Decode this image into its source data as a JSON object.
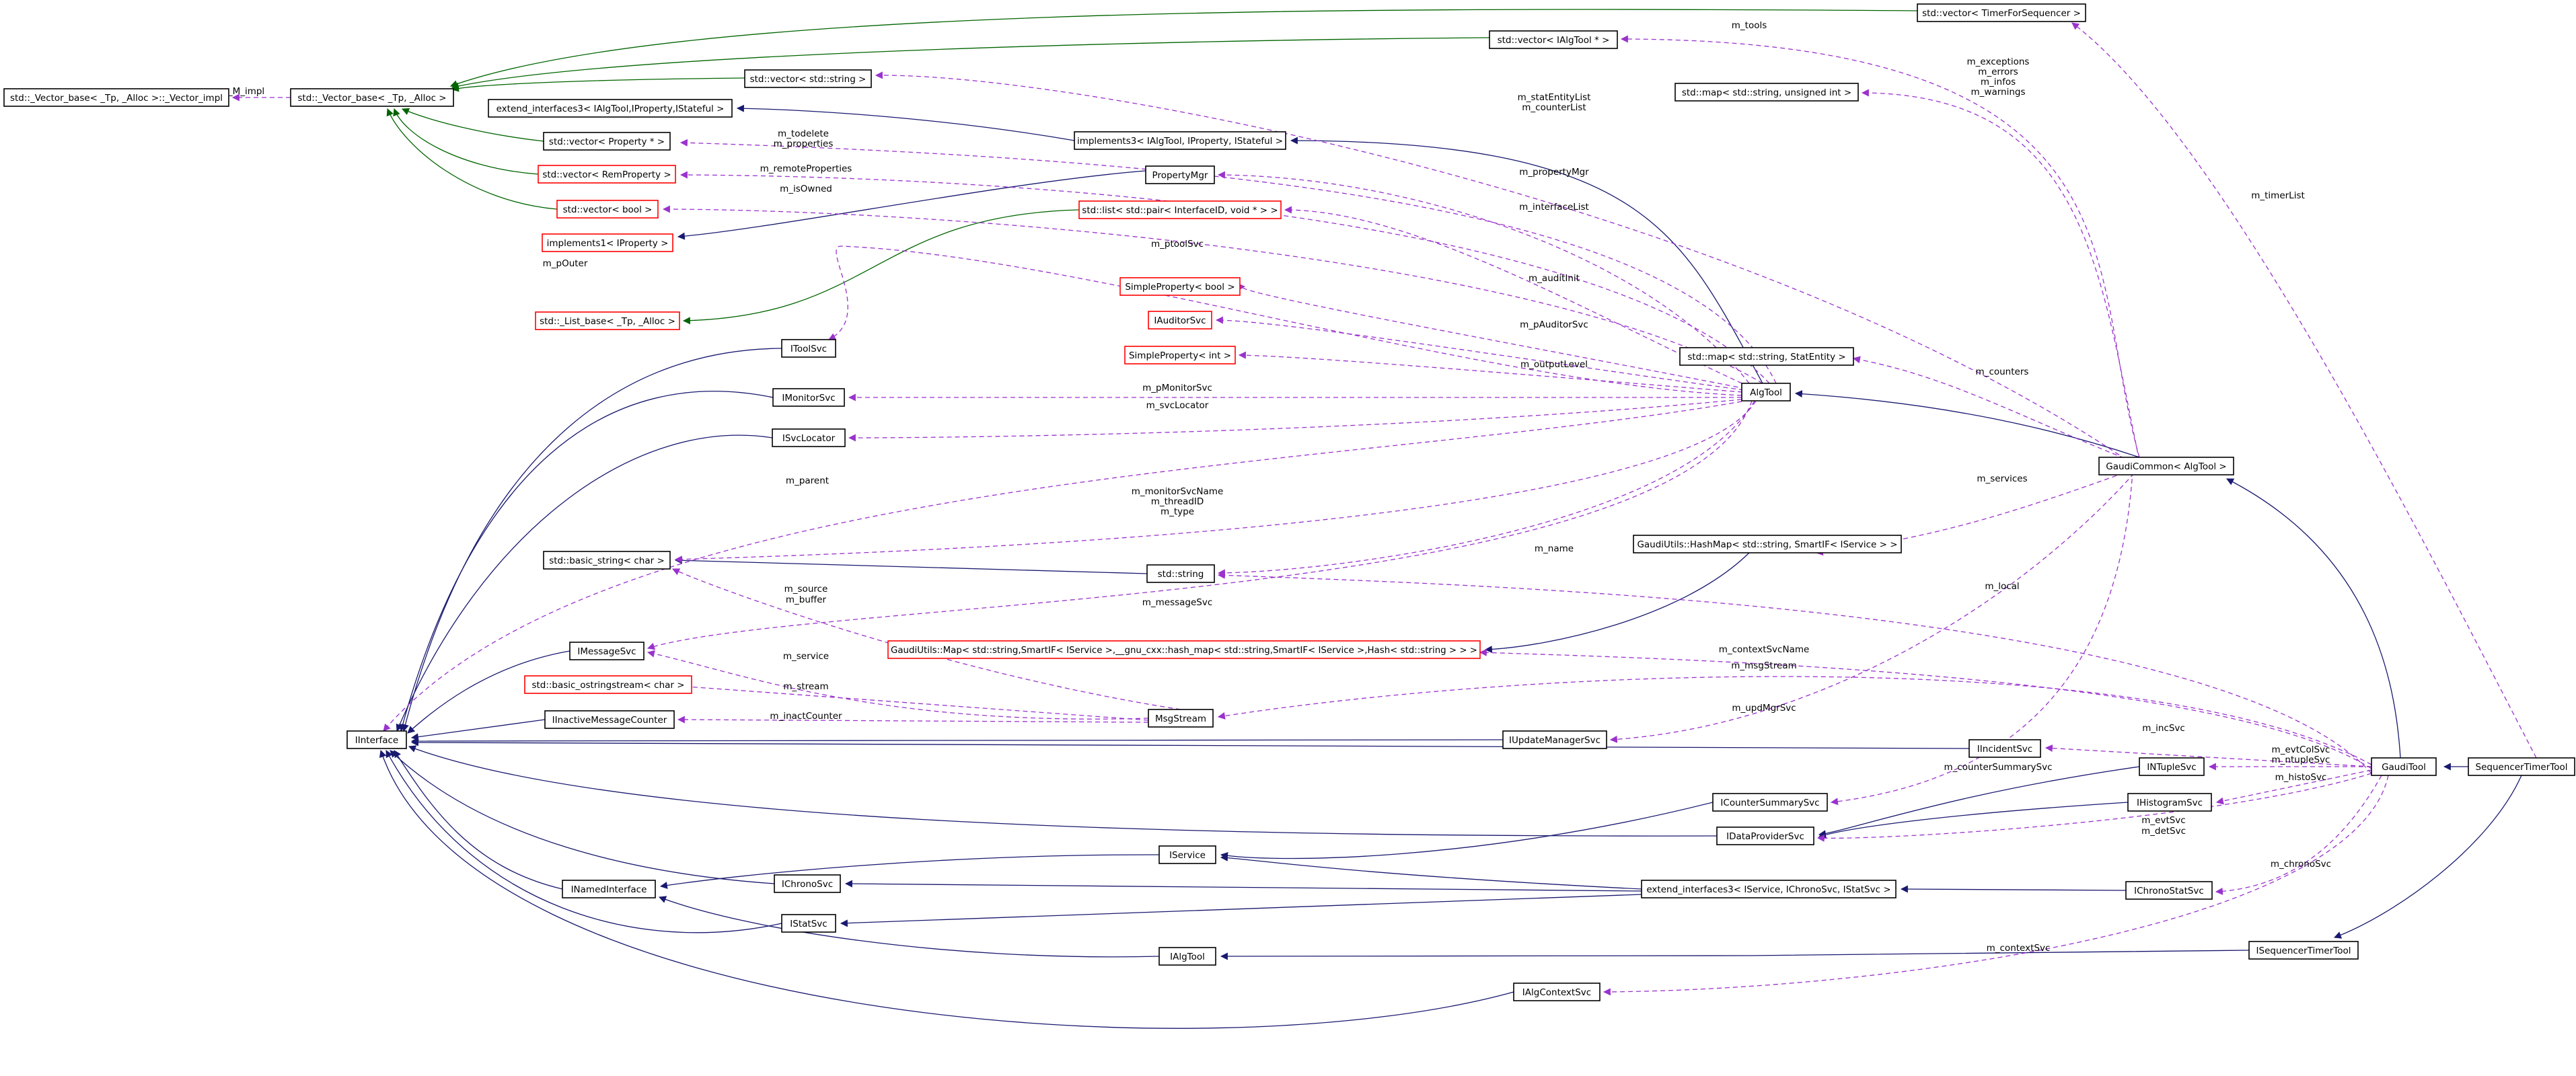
{
  "colors": {
    "background": "#ffffff",
    "node_border": "#000000",
    "node_border_undocumented": "#ff0000",
    "node_fill_focus": "#bfbfbf",
    "edge_inheritance_public": "#191970",
    "edge_inheritance_template": "#006400",
    "edge_usage": "#9a32cd"
  },
  "nodes": [
    {
      "id": "SequencerTimerTool",
      "label": "SequencerTimerTool",
      "style": "focus"
    },
    {
      "id": "GaudiTool",
      "label": "GaudiTool",
      "style": "normal"
    },
    {
      "id": "ISequencerTimerTool",
      "label": "ISequencerTimerTool",
      "style": "normal"
    },
    {
      "id": "GaudiCommon",
      "label": "GaudiCommon< AlgTool >",
      "style": "normal"
    },
    {
      "id": "AlgTool",
      "label": "AlgTool",
      "style": "normal"
    },
    {
      "id": "IInterface",
      "label": "IInterface",
      "style": "normal"
    },
    {
      "id": "INamedInterface",
      "label": "INamedInterface",
      "style": "normal"
    },
    {
      "id": "IMessageSvc",
      "label": "IMessageSvc",
      "style": "normal"
    },
    {
      "id": "IInactiveMessageCounter",
      "label": "IInactiveMessageCounter",
      "style": "normal"
    },
    {
      "id": "basic_ostringstream",
      "label": "std::basic_ostringstream< char >",
      "style": "undocumented"
    },
    {
      "id": "basic_string",
      "label": "std::basic_string< char >",
      "style": "normal"
    },
    {
      "id": "std_string",
      "label": "std::string",
      "style": "normal"
    },
    {
      "id": "vector_base",
      "label": "std::_Vector_base< _Tp, _Alloc >",
      "style": "normal"
    },
    {
      "id": "vector_impl",
      "label": "std::_Vector_base< _Tp, _Alloc >::_Vector_impl",
      "style": "normal"
    },
    {
      "id": "vector_timer",
      "label": "std::vector< TimerForSequencer >",
      "style": "normal"
    },
    {
      "id": "vector_ialgtool",
      "label": "std::vector< IAlgTool * >",
      "style": "normal"
    },
    {
      "id": "vector_string",
      "label": "std::vector< std::string >",
      "style": "normal"
    },
    {
      "id": "extend_ialgtool",
      "label": "extend_interfaces3< IAlgTool,IProperty,IStateful >",
      "style": "normal"
    },
    {
      "id": "implements3",
      "label": "implements3< IAlgTool, IProperty, IStateful >",
      "style": "normal"
    },
    {
      "id": "vector_property",
      "label": "std::vector< Property * >",
      "style": "normal"
    },
    {
      "id": "vector_remproperty",
      "label": "std::vector< RemProperty >",
      "style": "undocumented"
    },
    {
      "id": "vector_bool",
      "label": "std::vector< bool >",
      "style": "undocumented"
    },
    {
      "id": "PropertyMgr",
      "label": "PropertyMgr",
      "style": "normal"
    },
    {
      "id": "implements1",
      "label": "implements1< IProperty >",
      "style": "undocumented"
    },
    {
      "id": "list_base",
      "label": "std::_List_base< _Tp, _Alloc >",
      "style": "undocumented"
    },
    {
      "id": "list_pair",
      "label": "std::list< std::pair< InterfaceID, void * > >",
      "style": "undocumented"
    },
    {
      "id": "SimplePropertyBool",
      "label": "SimpleProperty< bool >",
      "style": "undocumented"
    },
    {
      "id": "IAuditorSvc",
      "label": "IAuditorSvc",
      "style": "undocumented"
    },
    {
      "id": "SimplePropertyInt",
      "label": "SimpleProperty< int >",
      "style": "undocumented"
    },
    {
      "id": "IToolSvc",
      "label": "IToolSvc",
      "style": "normal"
    },
    {
      "id": "IMonitorSvc",
      "label": "IMonitorSvc",
      "style": "normal"
    },
    {
      "id": "ISvcLocator",
      "label": "ISvcLocator",
      "style": "normal"
    },
    {
      "id": "map_string_uint",
      "label": "std::map< std::string, unsigned int >",
      "style": "normal"
    },
    {
      "id": "map_stat",
      "label": "std::map< std::string, StatEntity >",
      "style": "normal"
    },
    {
      "id": "HashMap",
      "label": "GaudiUtils::HashMap< std::string, SmartIF< IService > >",
      "style": "normal"
    },
    {
      "id": "GaudiMap",
      "label": "GaudiUtils::Map< std::string,SmartIF< IService >,__gnu_cxx::hash_map< std::string,SmartIF< IService >,Hash< std::string > > >",
      "style": "undocumented"
    },
    {
      "id": "MsgStream",
      "label": "MsgStream",
      "style": "normal"
    },
    {
      "id": "IUpdateManagerSvc",
      "label": "IUpdateManagerSvc",
      "style": "normal"
    },
    {
      "id": "IIncidentSvc",
      "label": "IIncidentSvc",
      "style": "normal"
    },
    {
      "id": "INTupleSvc",
      "label": "INTupleSvc",
      "style": "normal"
    },
    {
      "id": "IHistogramSvc",
      "label": "IHistogramSvc",
      "style": "normal"
    },
    {
      "id": "ICounterSummarySvc",
      "label": "ICounterSummarySvc",
      "style": "normal"
    },
    {
      "id": "IDataProviderSvc",
      "label": "IDataProviderSvc",
      "style": "normal"
    },
    {
      "id": "IService",
      "label": "IService",
      "style": "normal"
    },
    {
      "id": "IChronoSvc",
      "label": "IChronoSvc",
      "style": "normal"
    },
    {
      "id": "extend_iservice",
      "label": "extend_interfaces3< IService, IChronoSvc, IStatSvc >",
      "style": "normal"
    },
    {
      "id": "IChronoStatSvc",
      "label": "IChronoStatSvc",
      "style": "normal"
    },
    {
      "id": "IStatSvc",
      "label": "IStatSvc",
      "style": "normal"
    },
    {
      "id": "IAlgTool",
      "label": "IAlgTool",
      "style": "normal"
    },
    {
      "id": "IAlgContextSvc",
      "label": "IAlgContextSvc",
      "style": "normal"
    }
  ],
  "edge_labels": {
    "m_tools": "m_tools",
    "m_timerList": "m_timerList",
    "M_impl": "_M_impl",
    "m_exceptions": "m_exceptions",
    "m_errors": "m_errors",
    "m_infos": "m_infos",
    "m_warnings": "m_warnings",
    "m_statEntityList": "m_statEntityList",
    "m_counterList": "m_counterList",
    "m_todelete": "m_todelete",
    "m_properties": "m_properties",
    "m_remoteProperties": "m_remoteProperties",
    "m_isOwned": "m_isOwned",
    "m_propertyMgr": "m_propertyMgr",
    "m_interfaceList": "m_interfaceList",
    "m_pOuter": "m_pOuter",
    "m_ptoolSvc": "m_ptoolSvc",
    "m_auditInit": "m_auditInit",
    "m_pAuditorSvc": "m_pAuditorSvc",
    "m_outputLevel": "m_outputLevel",
    "m_pMonitorSvc": "m_pMonitorSvc",
    "m_svcLocator": "m_svcLocator",
    "m_counters": "m_counters",
    "m_parent": "m_parent",
    "m_services": "m_services",
    "m_monitorSvcName": "m_monitorSvcName",
    "m_threadID": "m_threadID",
    "m_type": "m_type",
    "m_name": "m_name",
    "m_source": "m_source",
    "m_buffer": "m_buffer",
    "m_local": "m_local",
    "m_messageSvc": "m_messageSvc",
    "m_service": "m_service",
    "m_contextSvcName": "m_contextSvcName",
    "m_msgStream": "m_msgStream",
    "m_stream": "m_stream",
    "m_inactCounter": "m_inactCounter",
    "m_updMgrSvc": "m_updMgrSvc",
    "m_incSvc": "m_incSvc",
    "m_evtColSvc": "m_evtColSvc",
    "m_ntupleSvc": "m_ntupleSvc",
    "m_counterSummarySvc": "m_counterSummarySvc",
    "m_histoSvc": "m_histoSvc",
    "m_evtSvc": "m_evtSvc",
    "m_detSvc": "m_detSvc",
    "m_chronoSvc": "m_chronoSvc",
    "m_contextSvc": "m_contextSvc"
  }
}
